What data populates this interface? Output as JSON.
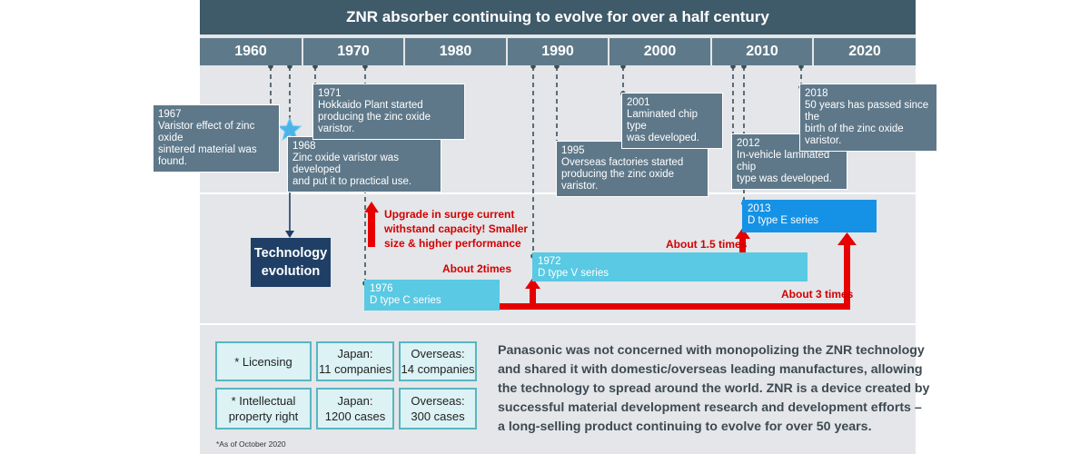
{
  "title": "ZNR absorber continuing to evolve for over a half century",
  "decades": [
    "1960",
    "1970",
    "1980",
    "1990",
    "2000",
    "2010",
    "2020"
  ],
  "events": {
    "e1967": {
      "year": "1967",
      "lines": [
        "Varistor effect of  zinc oxide",
        "sintered material was found."
      ]
    },
    "e1968": {
      "year": "1968",
      "lines": [
        "Zinc oxide varistor was developed",
        "and put it to practical use."
      ]
    },
    "e1971": {
      "year": "1971",
      "lines": [
        "Hokkaido Plant  started",
        "producing the zinc oxide varistor."
      ]
    },
    "e1995": {
      "year": "1995",
      "lines": [
        "Overseas factories started",
        "producing the zinc oxide varistor."
      ]
    },
    "e2001": {
      "year": "2001",
      "lines": [
        "Laminated chip type",
        "was developed."
      ]
    },
    "e2012": {
      "year": "2012",
      "lines": [
        "In-vehicle laminated chip",
        "type was developed."
      ]
    },
    "e2018": {
      "year": "2018",
      "lines": [
        "50 years has passed since the",
        "birth of the zinc oxide varistor."
      ]
    }
  },
  "tech_evolution": {
    "line1": "Technology",
    "line2": "evolution"
  },
  "series": {
    "c": {
      "year": "1976",
      "name": "D type C series"
    },
    "v": {
      "year": "1972",
      "name": "D type V series"
    },
    "e": {
      "year": "2013",
      "name": "D type E series"
    }
  },
  "annotations": {
    "upgrade": [
      "Upgrade in surge current",
      "withstand capacity! Smaller",
      "size & higher performance"
    ],
    "about2": "About 2times",
    "about15": "About 1.5 times",
    "about3": "About 3 times"
  },
  "licensing": {
    "lic_label": "* Licensing",
    "lic_japan": [
      "Japan:",
      "11 companies"
    ],
    "lic_overseas": [
      "Overseas:",
      "14 companies"
    ],
    "ip_label": [
      "* Intellectual",
      "property right"
    ],
    "ip_japan": [
      "Japan:",
      "1200 cases"
    ],
    "ip_overseas": [
      "Overseas:",
      "300 cases"
    ],
    "footnote": "*As of October 2020"
  },
  "paragraph": [
    "Panasonic was not concerned with monopolizing the ZNR technology",
    "and shared it with domestic/overseas leading manufactures, allowing",
    "the technology to spread around the world. ZNR is a device created by",
    "successful material development research and development efforts –",
    "a long-selling product continuing to evolve for over 50 years."
  ],
  "colors": {
    "title_bar": "#3f5a69",
    "decade_bar": "#5e7a8a",
    "event_box": "#5e7889",
    "panel_bg": "#e4e6e9",
    "tech_box": "#1f3f66",
    "series_c": "#5ac9e3",
    "series_v": "#5ac9e3",
    "series_e": "#1592e6",
    "arrow_red": "#e60000",
    "license_border": "#57b6c2",
    "license_fill": "#dcf2f4"
  }
}
